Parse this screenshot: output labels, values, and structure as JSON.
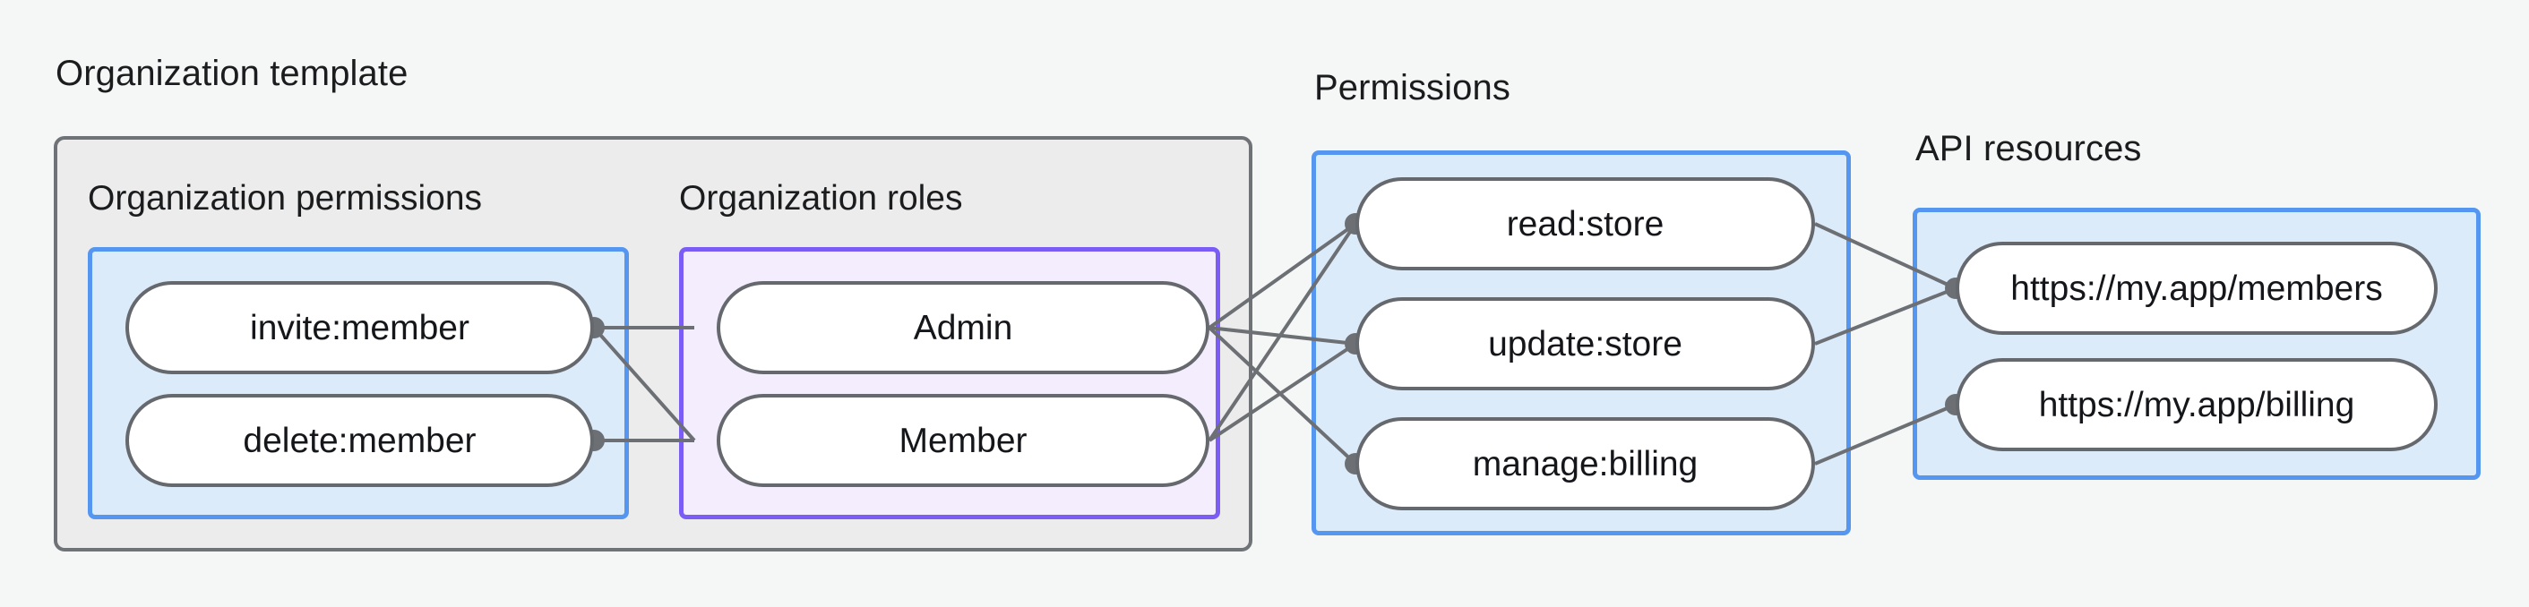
{
  "diagram": {
    "title_hidden": "",
    "groups": [
      {
        "id": "organization-template",
        "label": "Organization template",
        "subgroups": [
          {
            "id": "organization-permissions",
            "label": "Organization permissions",
            "style": "blue",
            "nodes": [
              {
                "id": "invite-member",
                "label": "invite:member"
              },
              {
                "id": "delete-member",
                "label": "delete:member"
              }
            ]
          },
          {
            "id": "organization-roles",
            "label": "Organization roles",
            "style": "purple",
            "nodes": [
              {
                "id": "admin",
                "label": "Admin"
              },
              {
                "id": "member",
                "label": "Member"
              }
            ]
          }
        ]
      },
      {
        "id": "permissions",
        "label": "Permissions",
        "style": "blue",
        "nodes": [
          {
            "id": "read-store",
            "label": "read:store"
          },
          {
            "id": "update-store",
            "label": "update:store"
          },
          {
            "id": "manage-billing",
            "label": "manage:billing"
          }
        ]
      },
      {
        "id": "api-resources",
        "label": "API resources",
        "style": "blue",
        "nodes": [
          {
            "id": "members-url",
            "label": "https://my.app/members"
          },
          {
            "id": "billing-url",
            "label": "https://my.app/billing"
          }
        ]
      }
    ],
    "edges": [
      {
        "from": "invite-member",
        "to": "admin"
      },
      {
        "from": "invite-member",
        "to": "member"
      },
      {
        "from": "delete-member",
        "to": "member"
      },
      {
        "from": "admin",
        "to": "read-store"
      },
      {
        "from": "admin",
        "to": "update-store"
      },
      {
        "from": "admin",
        "to": "manage-billing"
      },
      {
        "from": "member",
        "to": "read-store"
      },
      {
        "from": "member",
        "to": "update-store"
      },
      {
        "from": "read-store",
        "to": "members-url"
      },
      {
        "from": "update-store",
        "to": "members-url"
      },
      {
        "from": "manage-billing",
        "to": "billing-url"
      }
    ],
    "colors": {
      "page_background": "#F5F7F7",
      "outer_group_fill": "#ECECEC",
      "outer_group_border": "#6F7276",
      "blue_fill": "#DCEBFA",
      "blue_border": "#5596F0",
      "purple_fill": "#F3EDFD",
      "purple_border": "#7B5CF5",
      "node_fill": "#FFFFFF",
      "node_border": "#65686C",
      "edge_stroke": "#6C6F73",
      "text": "#1A1C1E"
    }
  }
}
